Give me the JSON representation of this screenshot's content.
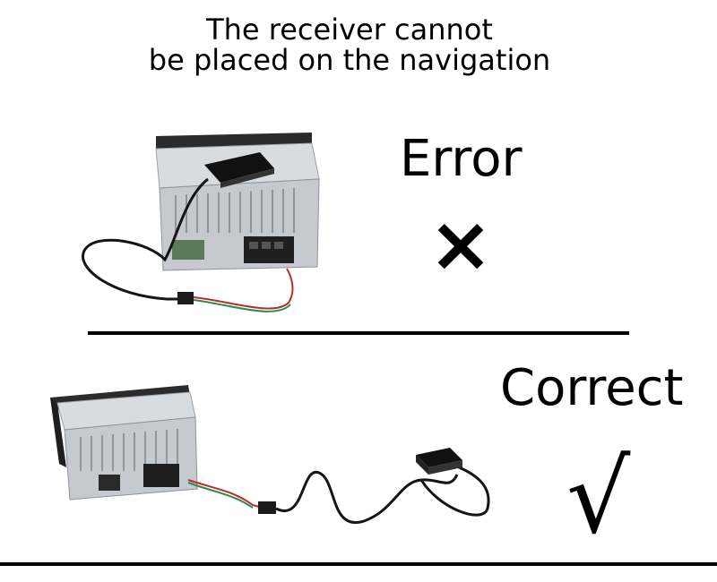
{
  "title": {
    "line1": "The receiver cannot",
    "line2": "be placed on the navigation"
  },
  "error": {
    "label": "Error",
    "mark": "×",
    "mark_icon": "cross-icon"
  },
  "correct": {
    "label": "Correct",
    "mark": "√",
    "mark_icon": "check-icon"
  },
  "colors": {
    "text": "#000000",
    "unit_body": "#c8ccd0",
    "unit_face": "#2a2a2a",
    "receiver": "#1c1c1c"
  }
}
